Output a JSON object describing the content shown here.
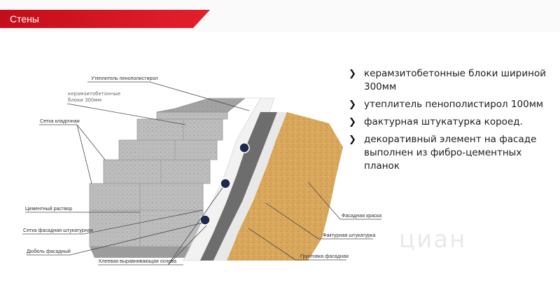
{
  "header": {
    "title": "Стены"
  },
  "bullets": [
    "керамзитобетонные блоки шириной 300мм",
    "утеплитель пенополистирол 100мм",
    "фактурная штукатурка короед.",
    "декоративный элемент на фасаде выполнен из фибро-цементных планок"
  ],
  "bullet_icon": "chevron-right-icon",
  "diagram_labels": {
    "insulation": "Утеплитель пенополистирол",
    "blocks_line1": "керамзитобетонные",
    "blocks_line2": "блоки 300мм",
    "mesh_masonry": "Сетка кладочная",
    "cement_mortar": "Цементный раствор",
    "mesh_facade": "Сетка фасадная штукатурная",
    "dowel": "Дюбель фасадный",
    "leveling_adhesive": "Клеевая выравнивающая основа",
    "primer": "Грунтовка фасадная",
    "textured_plaster": "Фактурная штукатурка",
    "facade_paint": "Фасадная краска"
  },
  "watermark": "циан",
  "colors": {
    "accent": "#d9121f",
    "block": "#b9b9b9",
    "insulation": "#f2f2f2",
    "render": "#6d6d6d",
    "paint": "#d9a85c"
  }
}
